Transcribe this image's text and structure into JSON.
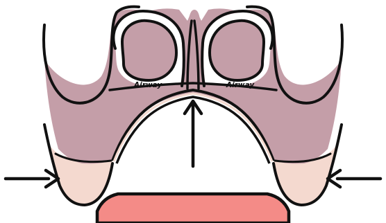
{
  "diagram": {
    "labels": {
      "airway_left": "Airway",
      "airway_right": "Airway"
    },
    "colors": {
      "background": "#ffffff",
      "palate_tissue": "#c49ea8",
      "alveolar_ridge": "#f4d9cf",
      "lower_lip": "#f48b87",
      "outline": "#111111",
      "arrow": "#111111"
    },
    "arrows": [
      {
        "name": "left-inward-arrow",
        "direction": "right"
      },
      {
        "name": "center-upward-arrow",
        "direction": "up"
      },
      {
        "name": "right-inward-arrow",
        "direction": "left"
      }
    ]
  }
}
